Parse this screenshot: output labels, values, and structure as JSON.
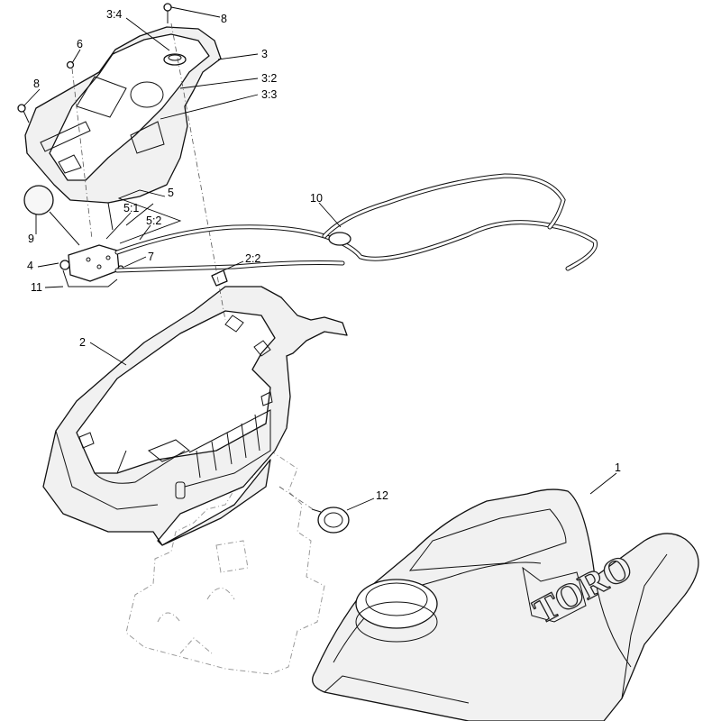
{
  "diagram": {
    "brand_logo_text": "TORO",
    "callouts": [
      {
        "id": "c-3-4",
        "label": "3:4"
      },
      {
        "id": "c-8-top",
        "label": "8"
      },
      {
        "id": "c-6",
        "label": "6"
      },
      {
        "id": "c-3",
        "label": "3"
      },
      {
        "id": "c-8-left",
        "label": "8"
      },
      {
        "id": "c-3-2",
        "label": "3:2"
      },
      {
        "id": "c-3-3",
        "label": "3:3"
      },
      {
        "id": "c-5",
        "label": "5"
      },
      {
        "id": "c-5-1",
        "label": "5:1"
      },
      {
        "id": "c-5-2",
        "label": "5:2"
      },
      {
        "id": "c-10",
        "label": "10"
      },
      {
        "id": "c-9",
        "label": "9"
      },
      {
        "id": "c-4",
        "label": "4"
      },
      {
        "id": "c-7",
        "label": "7"
      },
      {
        "id": "c-2-2",
        "label": "2:2"
      },
      {
        "id": "c-11",
        "label": "11"
      },
      {
        "id": "c-2",
        "label": "2"
      },
      {
        "id": "c-1",
        "label": "1"
      },
      {
        "id": "c-12",
        "label": "12"
      }
    ]
  }
}
